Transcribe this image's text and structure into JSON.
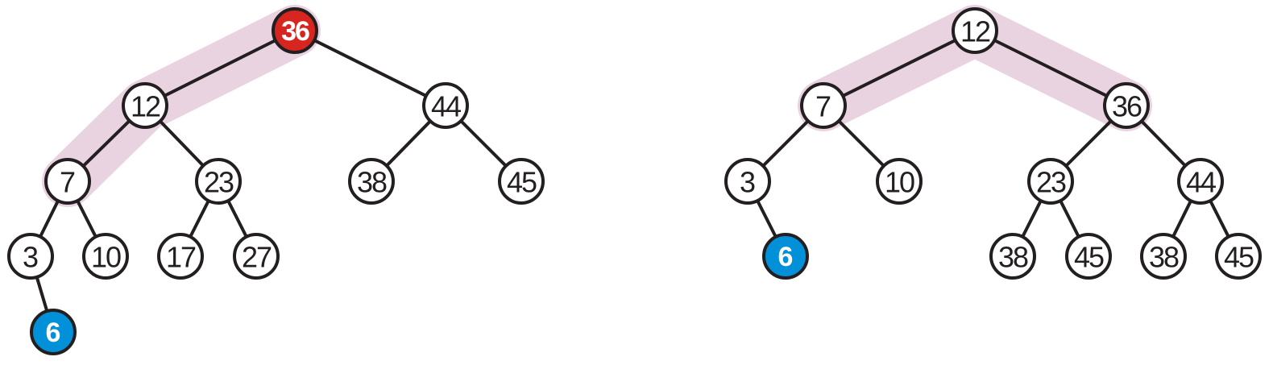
{
  "colors": {
    "highlight": "#ead3e1",
    "edge": "#231f20",
    "node_fill": "#ffffff",
    "node_text": "#231f20",
    "red_fill": "#d7251f",
    "blue_fill": "#0290d8",
    "special_text": "#ffffff"
  },
  "trees": [
    {
      "id": "left",
      "highlight_path": [
        "n36",
        "n12",
        "n7"
      ],
      "nodes": [
        {
          "id": "n36",
          "label": "36",
          "style": "red"
        },
        {
          "id": "n12",
          "label": "12",
          "style": "normal"
        },
        {
          "id": "n44",
          "label": "44",
          "style": "normal"
        },
        {
          "id": "n7",
          "label": "7",
          "style": "normal"
        },
        {
          "id": "n23",
          "label": "23",
          "style": "normal"
        },
        {
          "id": "n38",
          "label": "38",
          "style": "normal"
        },
        {
          "id": "n45",
          "label": "45",
          "style": "normal"
        },
        {
          "id": "n3",
          "label": "3",
          "style": "normal"
        },
        {
          "id": "n10",
          "label": "10",
          "style": "normal"
        },
        {
          "id": "n17",
          "label": "17",
          "style": "normal"
        },
        {
          "id": "n27",
          "label": "27",
          "style": "normal"
        },
        {
          "id": "n6",
          "label": "6",
          "style": "blue"
        }
      ],
      "edges": [
        [
          "n36",
          "n12"
        ],
        [
          "n36",
          "n44"
        ],
        [
          "n12",
          "n7"
        ],
        [
          "n12",
          "n23"
        ],
        [
          "n44",
          "n38"
        ],
        [
          "n44",
          "n45"
        ],
        [
          "n7",
          "n3"
        ],
        [
          "n7",
          "n10"
        ],
        [
          "n23",
          "n17"
        ],
        [
          "n23",
          "n27"
        ],
        [
          "n3",
          "n6"
        ]
      ]
    },
    {
      "id": "right",
      "highlight_path": [
        "n7",
        "n12",
        "n36"
      ],
      "nodes": [
        {
          "id": "n12",
          "label": "12",
          "style": "normal"
        },
        {
          "id": "n7",
          "label": "7",
          "style": "normal"
        },
        {
          "id": "n36",
          "label": "36",
          "style": "normal"
        },
        {
          "id": "n3",
          "label": "3",
          "style": "normal"
        },
        {
          "id": "n10",
          "label": "10",
          "style": "normal"
        },
        {
          "id": "n23",
          "label": "23",
          "style": "normal"
        },
        {
          "id": "n44",
          "label": "44",
          "style": "normal"
        },
        {
          "id": "n6",
          "label": "6",
          "style": "blue"
        },
        {
          "id": "n38a",
          "label": "38",
          "style": "normal"
        },
        {
          "id": "n45a",
          "label": "45",
          "style": "normal"
        },
        {
          "id": "n38b",
          "label": "38",
          "style": "normal"
        },
        {
          "id": "n45b",
          "label": "45",
          "style": "normal"
        }
      ],
      "edges": [
        [
          "n12",
          "n7"
        ],
        [
          "n12",
          "n36"
        ],
        [
          "n7",
          "n3"
        ],
        [
          "n7",
          "n10"
        ],
        [
          "n36",
          "n23"
        ],
        [
          "n36",
          "n44"
        ],
        [
          "n3",
          "n6"
        ],
        [
          "n23",
          "n38a"
        ],
        [
          "n23",
          "n45a"
        ],
        [
          "n44",
          "n38b"
        ],
        [
          "n44",
          "n45b"
        ]
      ]
    }
  ]
}
